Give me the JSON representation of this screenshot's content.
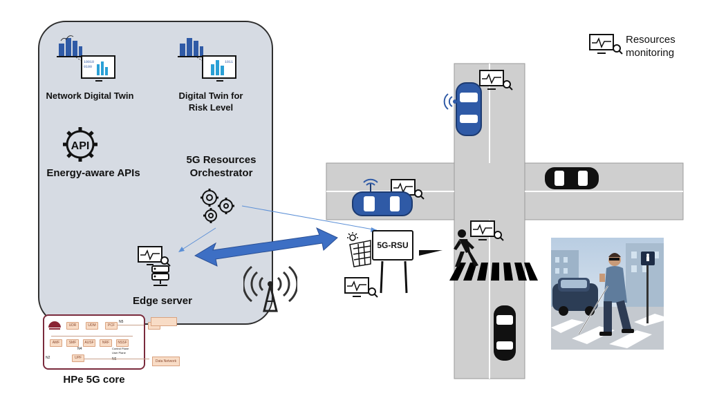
{
  "legend": {
    "label_line1": "Resources",
    "label_line2": "monitoring",
    "icon": "resource-monitor-icon"
  },
  "panel": {
    "network_twin": "Network Digital Twin",
    "risk_twin_line1": "Digital Twin for",
    "risk_twin_line2": "Risk Level",
    "api_icon_text": "API",
    "energy_apis": "Energy-aware APIs",
    "orchestrator_line1": "5G Resources",
    "orchestrator_line2": "Orchestrator",
    "edge_server": "Edge server"
  },
  "rsu": {
    "label": "5G-RSU"
  },
  "core": {
    "title": "HPe 5G core",
    "functions": [
      "UDR",
      "UDM",
      "PCF",
      "AF",
      "AMF",
      "SMF",
      "AUSF",
      "NRF",
      "NSSF",
      "UPF",
      "Data Network"
    ],
    "interfaces": [
      "N5",
      "N4",
      "N2",
      "N6"
    ],
    "plane_labels": [
      "Control Plane",
      "User Plane"
    ]
  },
  "colors": {
    "panel_fill": "#d6dbe3",
    "road": "#cfcfcf",
    "car_blue": "#2f5aa6",
    "arrow_blue": "#3d6fc4",
    "link_blue": "#5b8fd6",
    "core_border": "#7a2a3c"
  }
}
